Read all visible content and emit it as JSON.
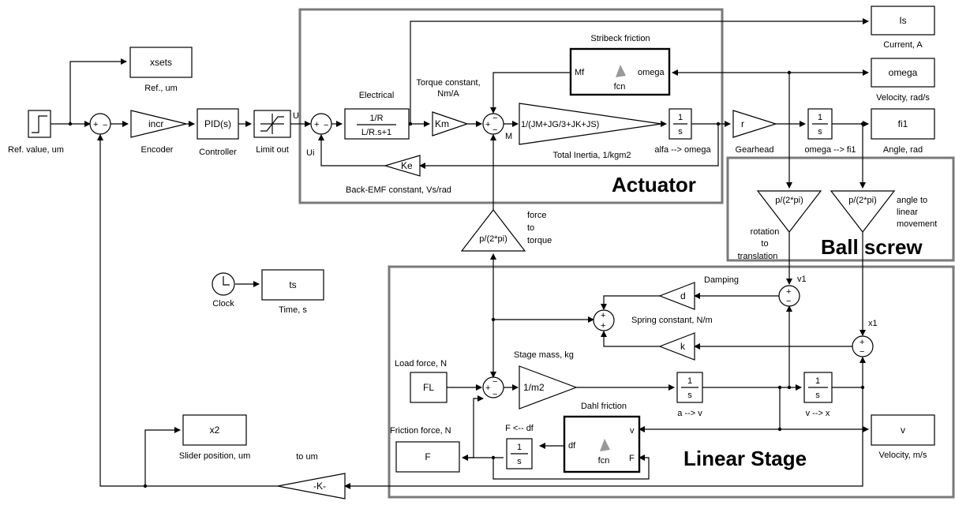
{
  "groups": {
    "actuator": "Actuator",
    "ball_screw": "Ball screw",
    "linear_stage": "Linear Stage"
  },
  "source": {
    "caption": "Ref. value, um"
  },
  "encoder": {
    "text": "incr",
    "caption": "Encoder"
  },
  "controller": {
    "text": "PID(s)",
    "caption": "Controller"
  },
  "limit": {
    "caption": "Limit out",
    "port": "U"
  },
  "xsets": {
    "text": "xsets",
    "caption": "Ref., um"
  },
  "electrical": {
    "title": "Electrical",
    "num": "1/R",
    "den": "L/R.s+1"
  },
  "km": {
    "text": "Km",
    "caption1": "Torque constant,",
    "caption2": "Nm/A"
  },
  "stribeck": {
    "title": "Stribeck friction",
    "in_port": "Mf",
    "out_port": "omega",
    "fcn": "fcn"
  },
  "inertia": {
    "text": "1/(JM+JG/3+JK+JS)",
    "caption": "Total Inertia, 1/kgm2"
  },
  "integrator_omega": {
    "num": "1",
    "den": "s",
    "caption": "alfa --> omega"
  },
  "sum_m": {
    "port": "M"
  },
  "ke": {
    "text": "Ke",
    "caption": "Back-EMF constant, Vs/rad",
    "port": "Ui"
  },
  "gearhead": {
    "text": "r",
    "caption": "Gearhead"
  },
  "integrator_fi": {
    "num": "1",
    "den": "s",
    "caption": "omega --> fi1"
  },
  "outputs": {
    "is": {
      "text": "Is",
      "caption": "Current, A"
    },
    "omega": {
      "text": "omega",
      "caption": "Velocity, rad/s"
    },
    "fi1": {
      "text": "fi1",
      "caption": "Angle, rad"
    },
    "v": {
      "text": "v",
      "caption": "Velocity, m/s"
    },
    "ts": {
      "text": "ts",
      "caption": "Time, s"
    },
    "x2": {
      "text": "x2",
      "caption": "Slider position, um"
    }
  },
  "ballscrew_gain1": {
    "text": "p/(2*pi)",
    "caption1": "rotation",
    "caption2": "to",
    "caption3": "translation"
  },
  "ballscrew_gain2": {
    "text": "p/(2*pi)",
    "caption1": "angle to",
    "caption2": "linear",
    "caption3": "movement"
  },
  "force_gain": {
    "text": "p/(2*pi)",
    "caption1": "force",
    "caption2": "to",
    "caption3": "torque"
  },
  "clock": {
    "caption": "Clock"
  },
  "damping": {
    "text": "d",
    "caption": "Damping"
  },
  "spring": {
    "text": "k",
    "caption": "Spring constant, N/m"
  },
  "v1_label": "v1",
  "x1_label": "x1",
  "load": {
    "text": "FL",
    "caption": "Load force, N"
  },
  "mass": {
    "text": "1/m2",
    "caption": "Stage mass, kg"
  },
  "integrator_v": {
    "num": "1",
    "den": "s",
    "caption": "a --> v"
  },
  "integrator_x": {
    "num": "1",
    "den": "s",
    "caption": "v --> x"
  },
  "dahl": {
    "title": "Dahl friction",
    "in_port": "v",
    "out_port_df": "df",
    "out_port_f": "F",
    "fcn": "fcn"
  },
  "integrator_f": {
    "num": "1",
    "den": "s",
    "caption": "F <-- df"
  },
  "friction": {
    "text": "F",
    "caption": "Friction force, N"
  },
  "to_um": {
    "text": "-K-",
    "caption": "to um"
  }
}
